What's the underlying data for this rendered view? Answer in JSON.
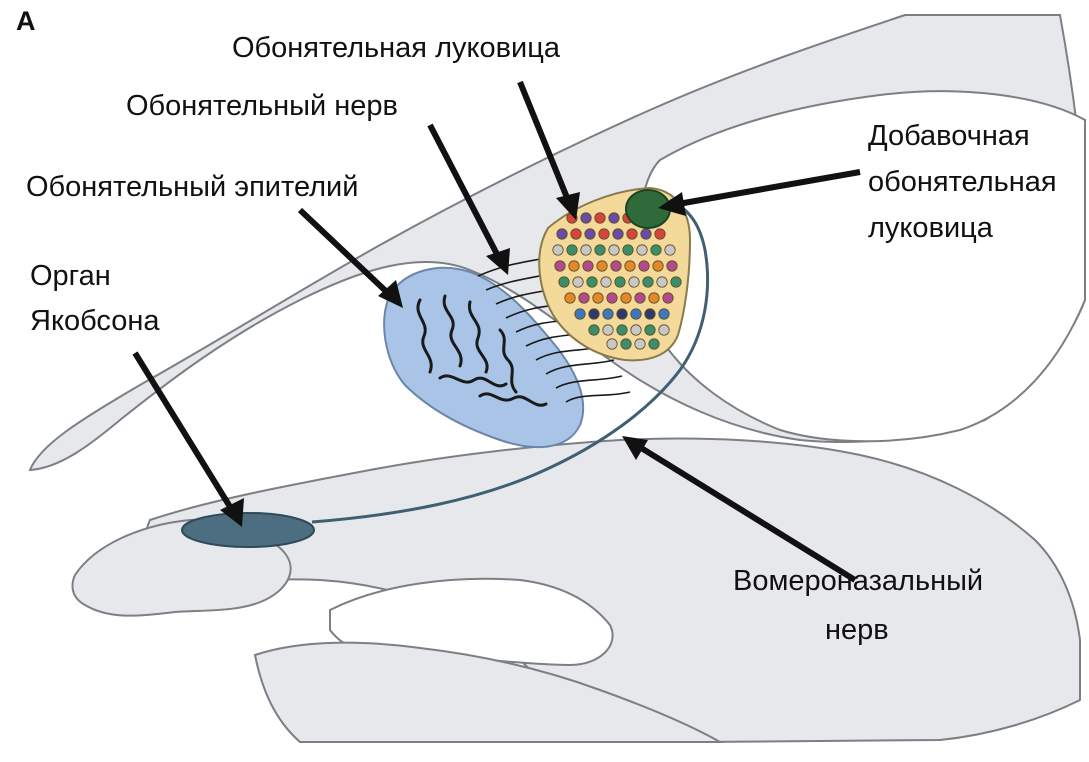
{
  "panel_letter": "A",
  "labels": {
    "olfactory_bulb": "Обонятельная луковица",
    "olfactory_nerve": "Обонятельный нерв",
    "olfactory_epithelium": "Обонятельный эпителий",
    "vno_line1": "Орган",
    "vno_line2": "Якобсона",
    "aob_line1": "Добавочная",
    "aob_line2": "обонятельная",
    "aob_line3": "луковица",
    "vn_nerve_line1": "Вомероназальный",
    "vn_nerve_line2": "нерв"
  },
  "colors": {
    "tissue_fill": "#e6e8eb",
    "tissue_stroke": "#7c7f84",
    "epithelium_fill": "#a9c4e6",
    "bulb_fill": "#f3d99a",
    "aob_fill": "#2f6a3a",
    "vno_fill": "#4d6e80",
    "nerve_line": "#3f5f73",
    "arrow": "#111111"
  },
  "glomeruli_colors": [
    "#d6453c",
    "#e08a2a",
    "#f0d23a",
    "#6db04a",
    "#3a8f6a",
    "#3d77c2",
    "#6a4ba8",
    "#b34a8a",
    "#5bb6c9",
    "#8a5a3a",
    "#c8c8c8",
    "#2f3a6a"
  ]
}
